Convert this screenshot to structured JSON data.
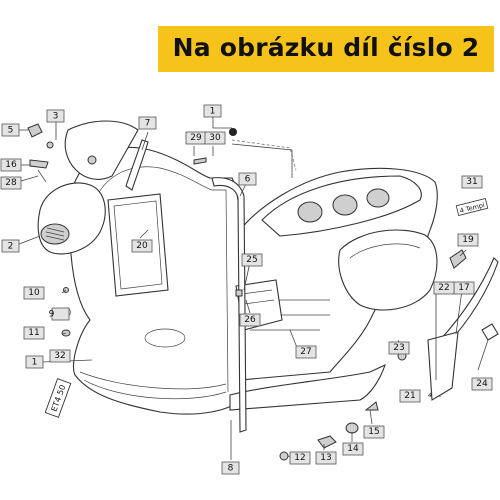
{
  "banner": {
    "text": "Na obrázku díl číslo 2"
  },
  "callouts": {
    "c1_top": "1",
    "c1_left": "1",
    "c2": "2",
    "c3": "3",
    "c5": "5",
    "c6": "6",
    "c7": "7",
    "c8": "8",
    "c9": "9",
    "c10": "10",
    "c11": "11",
    "c12": "12",
    "c13": "13",
    "c14": "14",
    "c15": "15",
    "c16": "16",
    "c17": "17",
    "c19": "19",
    "c20": "20",
    "c21": "21",
    "c22": "22",
    "c23": "23",
    "c24": "24",
    "c25": "25",
    "c26": "26",
    "c27": "27",
    "c28": "28",
    "c29": "29",
    "c30": "30",
    "c31": "31",
    "c32": "32"
  },
  "tags": {
    "et4": "ET4 50",
    "label31": "4 Tempi"
  }
}
